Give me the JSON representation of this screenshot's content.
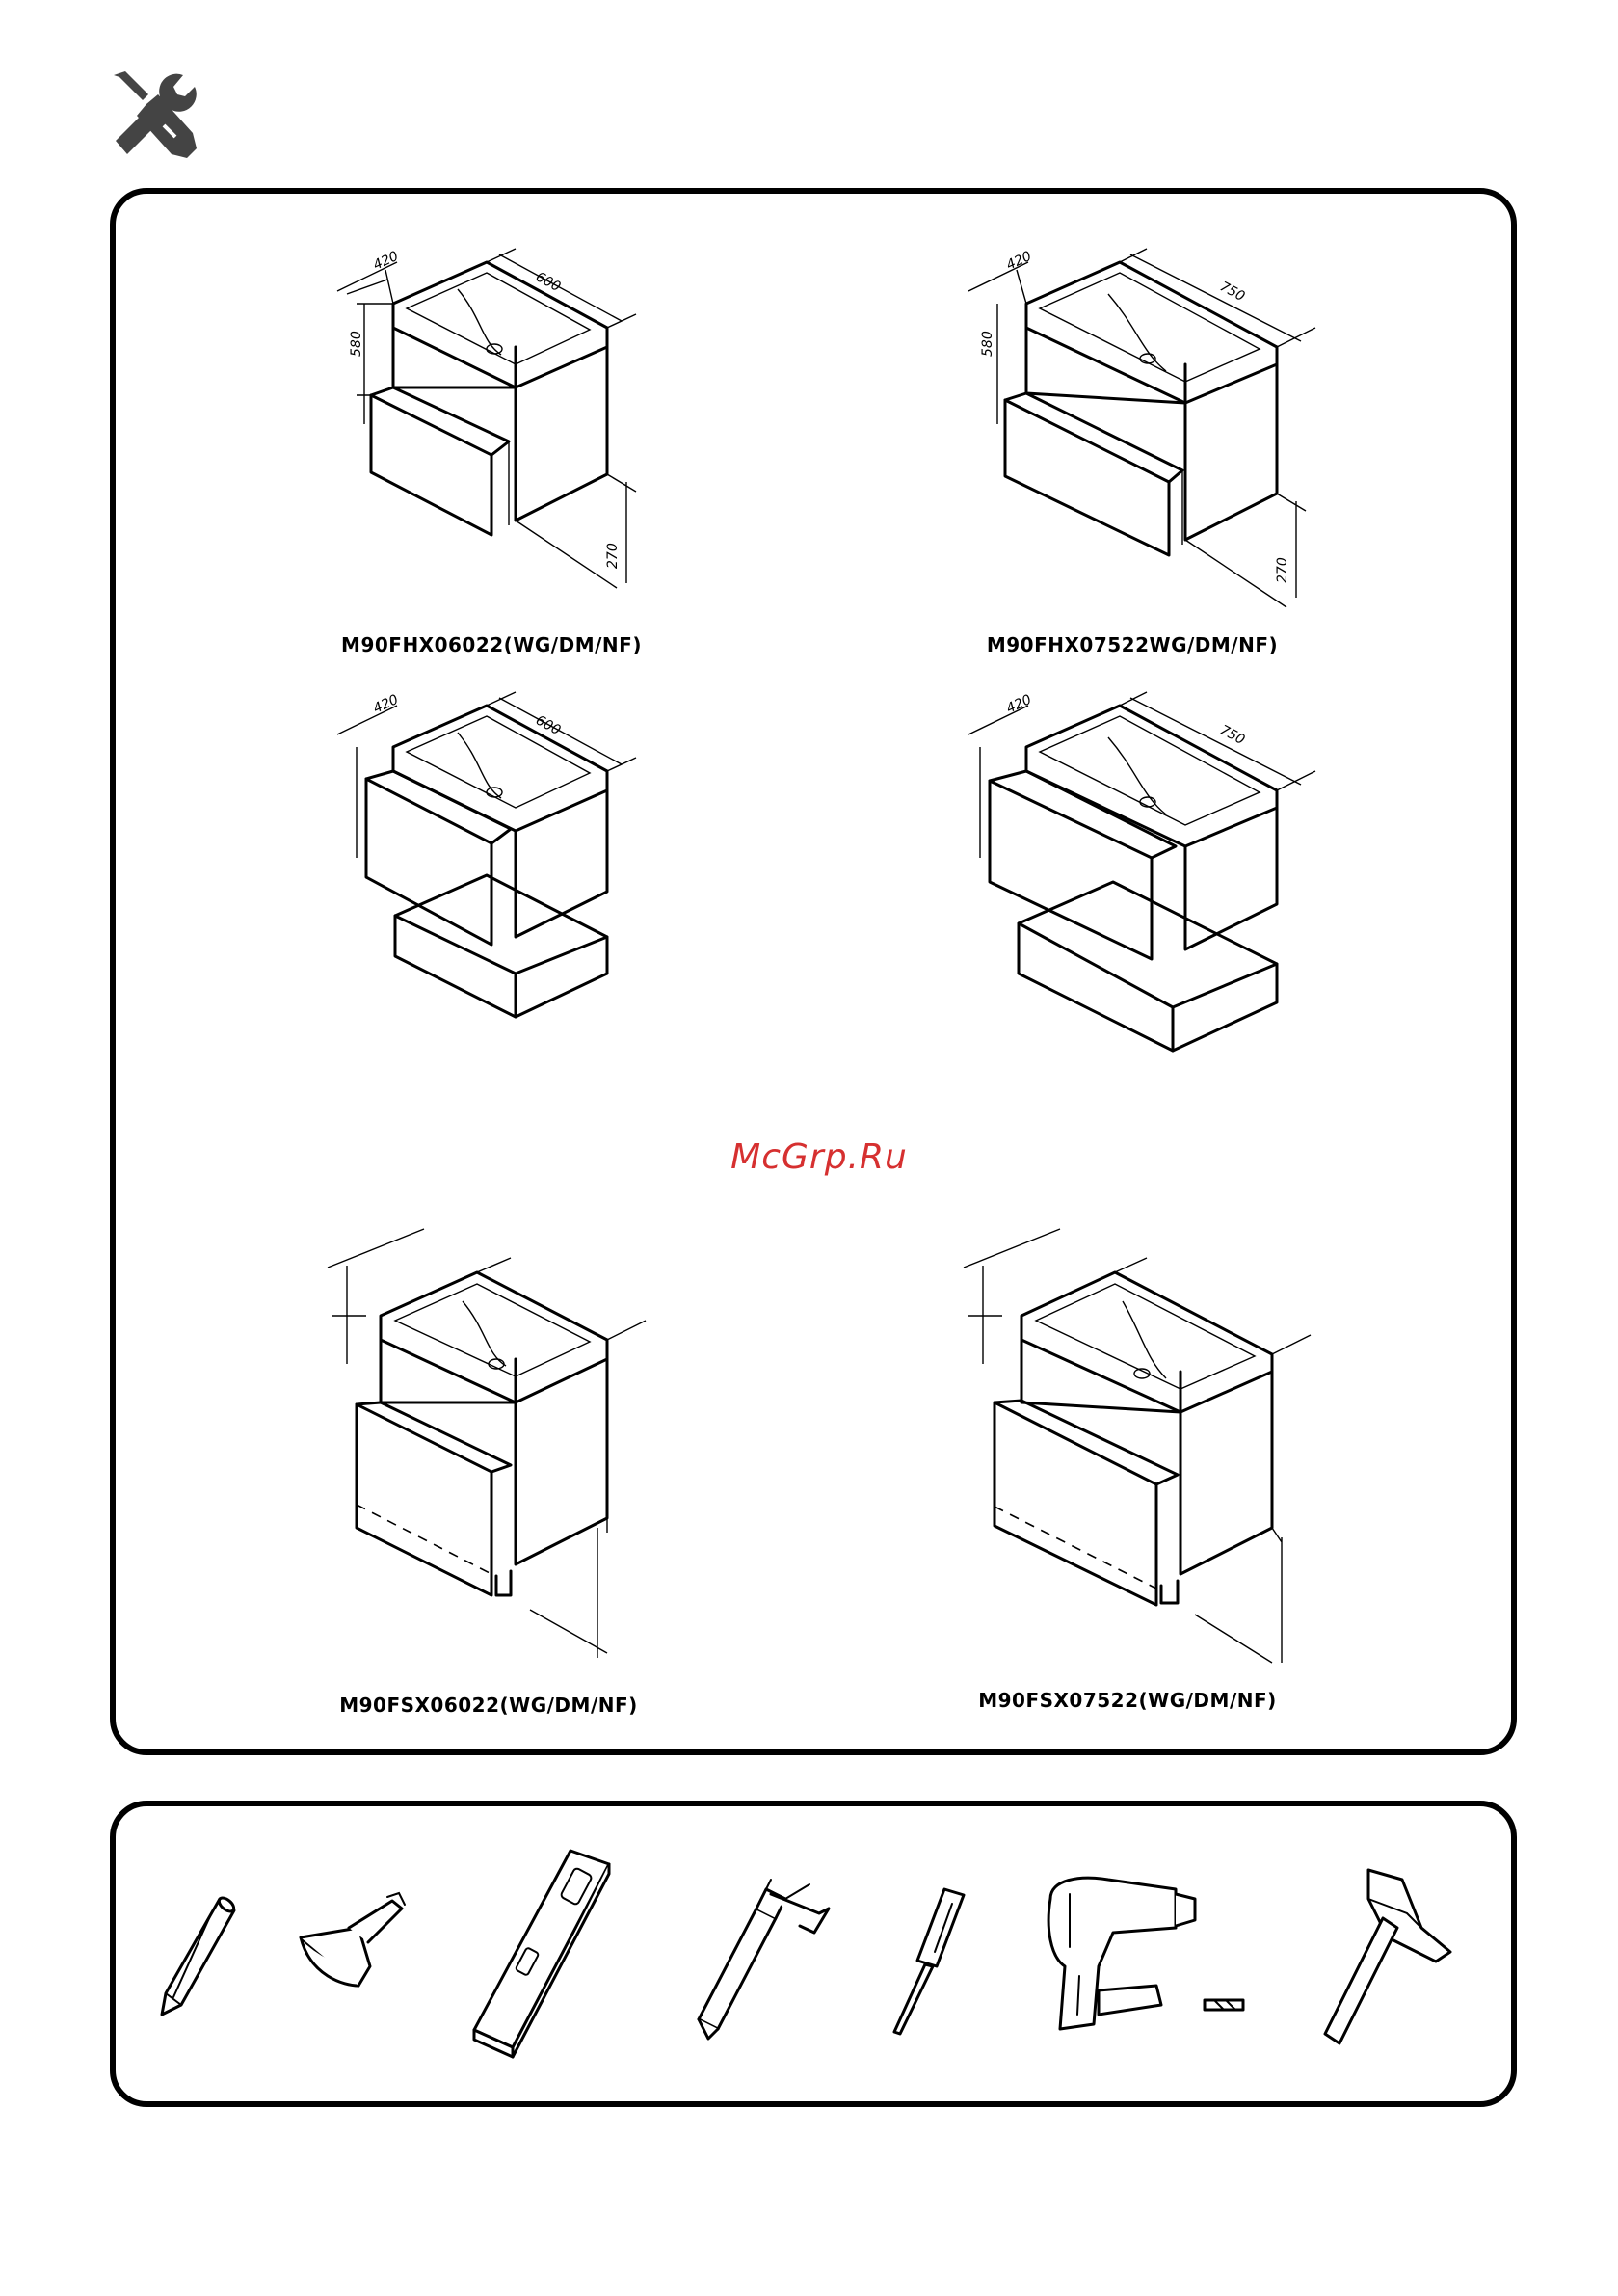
{
  "header": {
    "icon": "tools-icon"
  },
  "watermark": "McGrp.Ru",
  "products": [
    {
      "model": "M90FHX06022(WG/DM/NF)",
      "dims": {
        "depth": "420",
        "width": "600",
        "height": "580",
        "drawer": "270"
      }
    },
    {
      "model": "M90FHX07522WG/DM/NF)",
      "dims": {
        "depth": "420",
        "width": "750",
        "height": "580",
        "drawer": "270"
      }
    },
    {
      "model": "",
      "dims": {
        "depth": "420",
        "width": "600"
      }
    },
    {
      "model": "",
      "dims": {
        "depth": "420",
        "width": "750"
      }
    },
    {
      "model": "M90FSX06022(WG/DM/NF)"
    },
    {
      "model": "M90FSX07522(WG/DM/NF)"
    }
  ],
  "tools": [
    {
      "name": "pencil",
      "icon": "pencil-icon"
    },
    {
      "name": "tape-measure",
      "icon": "tape-measure-icon"
    },
    {
      "name": "spirit-level",
      "icon": "spirit-level-icon"
    },
    {
      "name": "caulking-gun",
      "icon": "caulking-gun-icon"
    },
    {
      "name": "screwdriver",
      "icon": "screwdriver-icon"
    },
    {
      "name": "drill",
      "icon": "drill-icon"
    },
    {
      "name": "hammer",
      "icon": "hammer-icon"
    }
  ]
}
